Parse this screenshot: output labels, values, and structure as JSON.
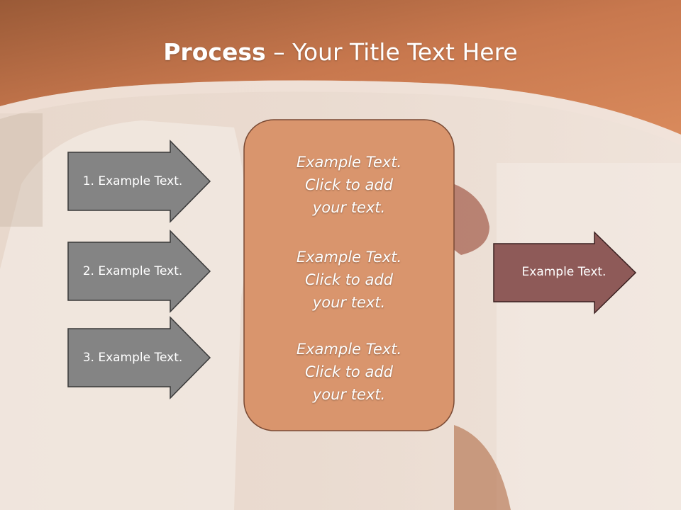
{
  "slide": {
    "title_bold": "Process",
    "title_dash": " – ",
    "title_rest": "Your Title Text Here"
  },
  "left_arrows": [
    {
      "label": "1. Example Text."
    },
    {
      "label": "2. Example Text."
    },
    {
      "label": "3. Example Text."
    }
  ],
  "center_box": {
    "blocks": [
      {
        "lines": [
          "Example Text.",
          "Click  to add",
          "your text."
        ]
      },
      {
        "lines": [
          "Example Text.",
          "Click  to add",
          "your text."
        ]
      },
      {
        "lines": [
          "Example Text.",
          "Click  to add",
          "your text."
        ]
      }
    ]
  },
  "right_arrow": {
    "label": "Example Text."
  },
  "colors": {
    "header_orange": "#c8734a",
    "left_arrow_fill": "#848484",
    "center_box_fill": "#d9956d",
    "right_arrow_fill": "#8e5a58"
  }
}
